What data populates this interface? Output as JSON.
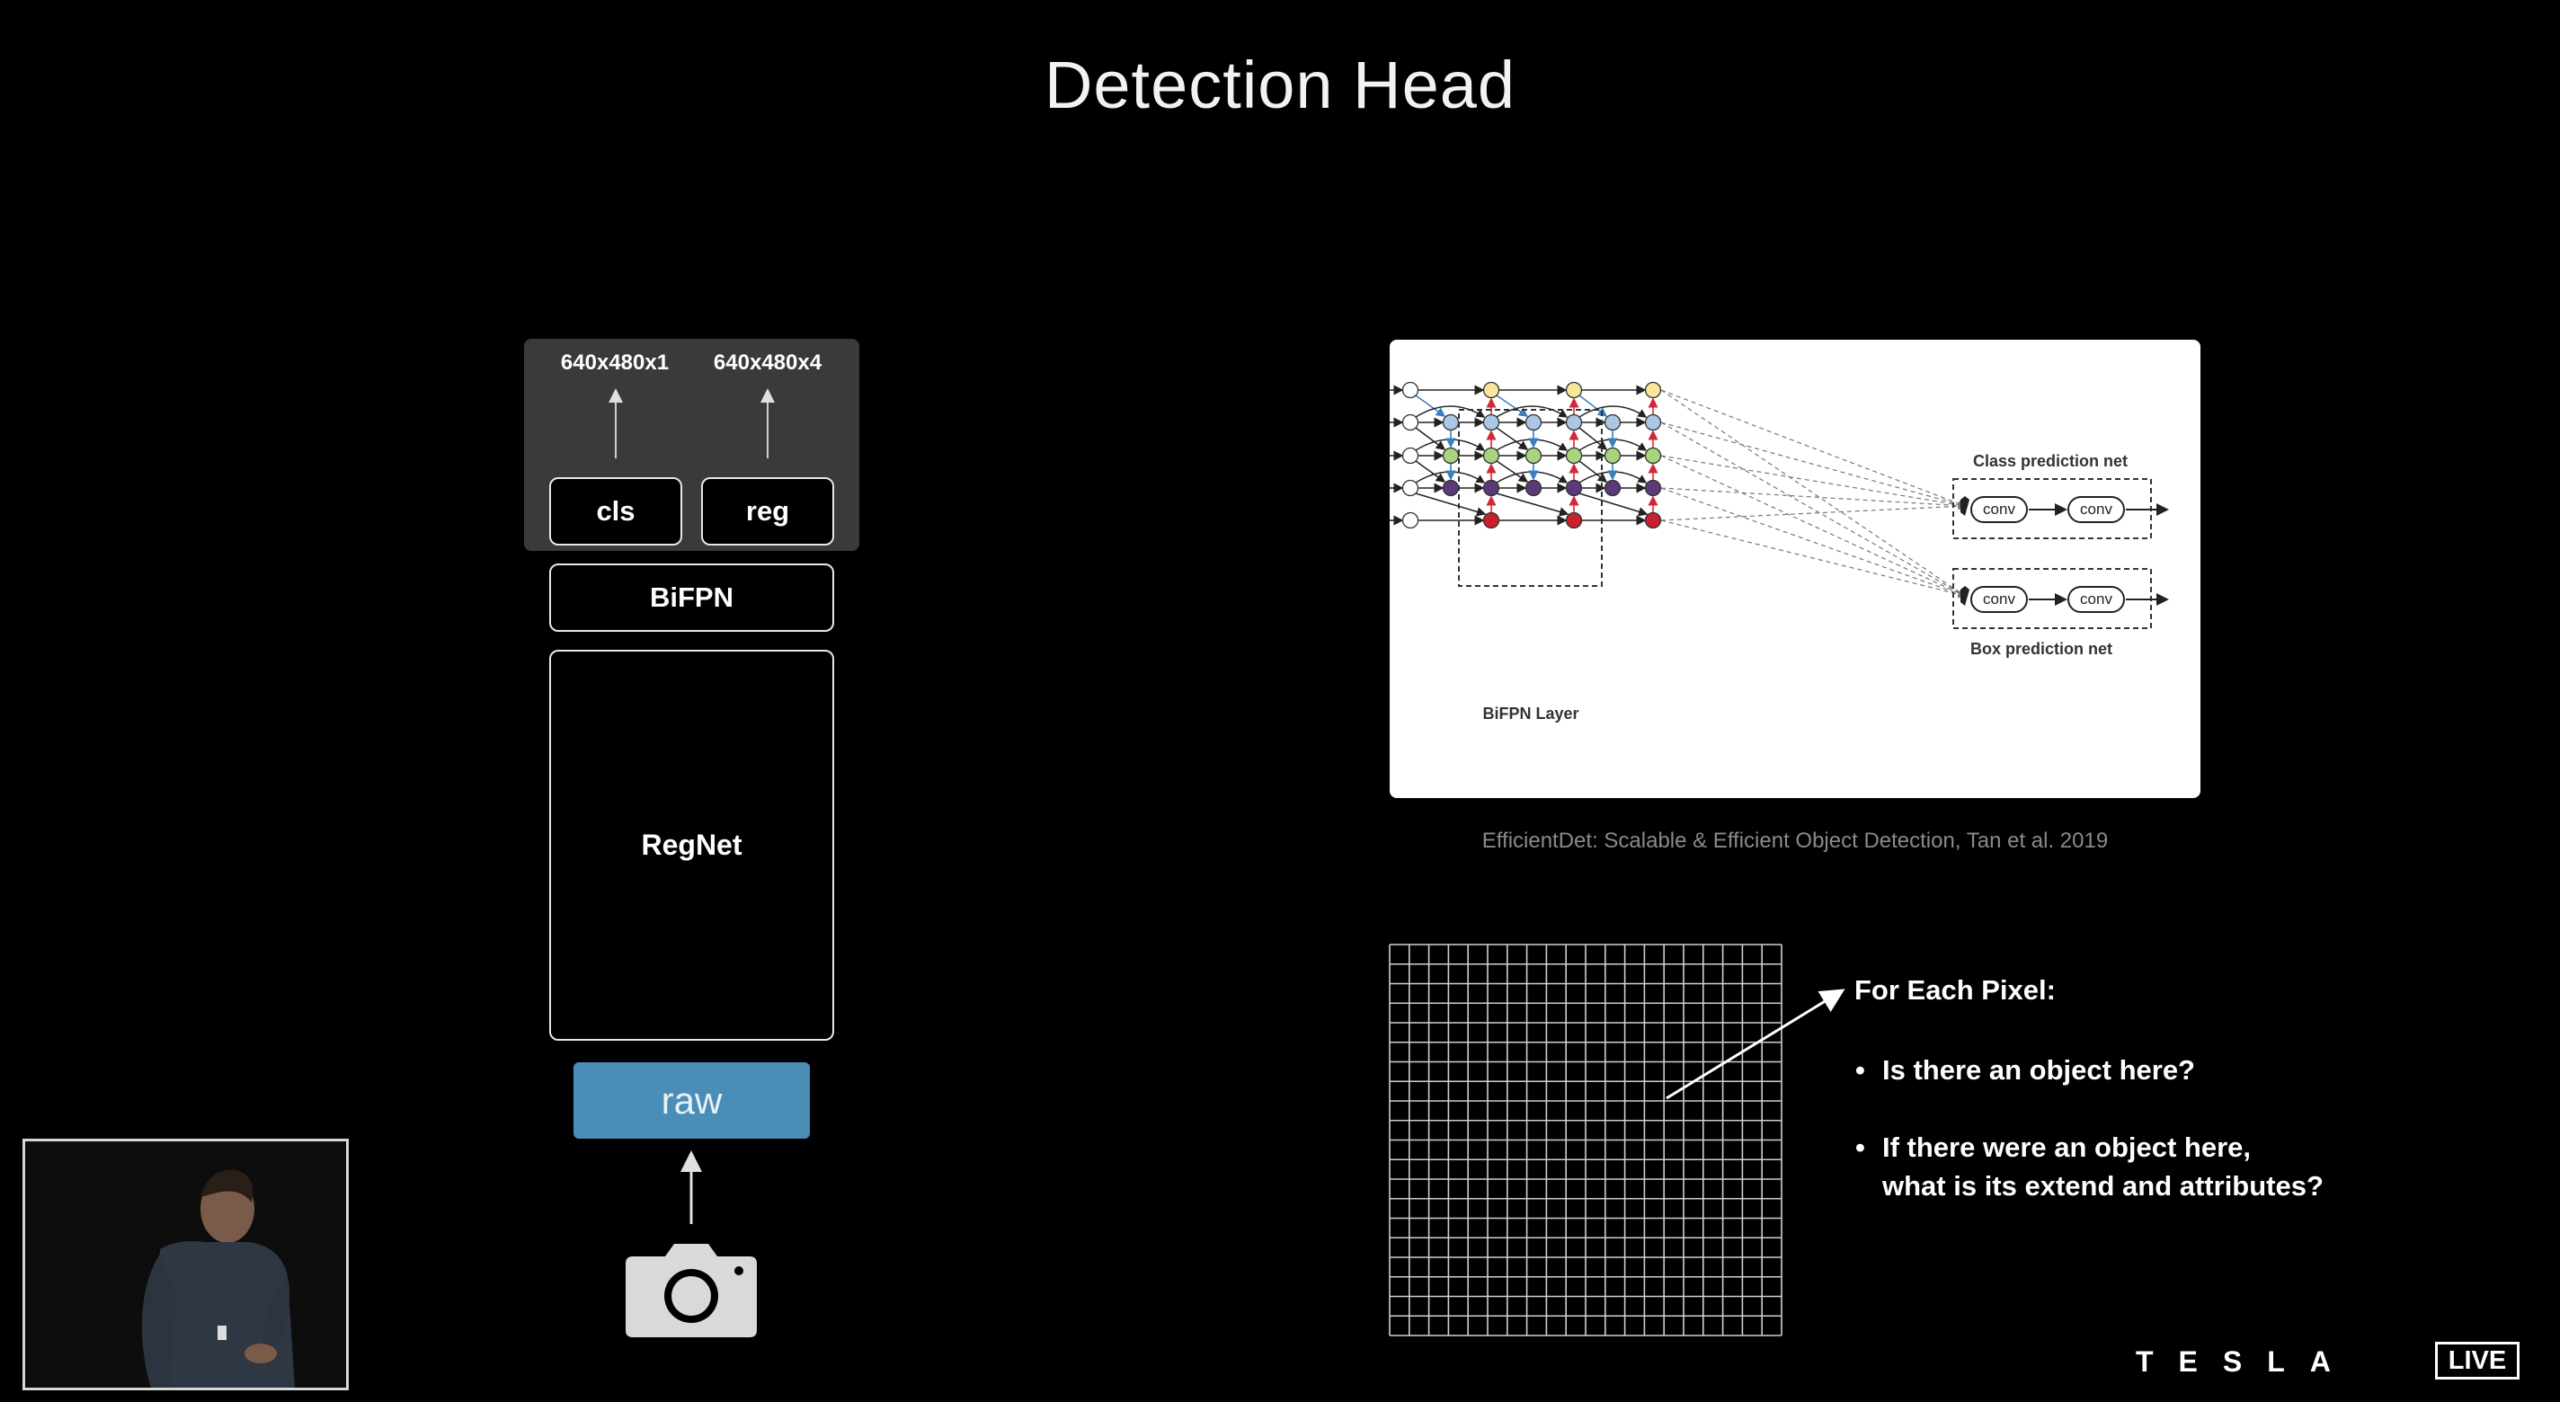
{
  "title": "Detection Head",
  "architecture": {
    "outputs": [
      "640x480x1",
      "640x480x4"
    ],
    "cls_label": "cls",
    "reg_label": "reg",
    "bifpn_label": "BiFPN",
    "backbone_label": "RegNet",
    "input_label": "raw",
    "camera_icon": "camera-icon",
    "colors": {
      "raw_box": "#4a8db7",
      "head_panel": "#3a3a3a"
    }
  },
  "figure": {
    "class_net_label": "Class prediction net",
    "box_net_label": "Box prediction net",
    "bifpn_layer_label": "BiFPN Layer",
    "conv_label": "conv",
    "caption": "EfficientDet: Scalable & Efficient Object Detection, Tan et al. 2019",
    "node_colors": {
      "yellow": "#f7e79c",
      "blue": "#aac8e4",
      "green": "#a8d47e",
      "purple": "#5a3a78",
      "red": "#c9202e"
    }
  },
  "pixel_explanation": {
    "heading": "For Each Pixel:",
    "bullets": [
      {
        "line1": "Is there an object here?",
        "line2": ""
      },
      {
        "line1": "If there were an object here,",
        "line2": "what is its extend and attributes?"
      }
    ]
  },
  "branding": {
    "logo": "TESLA",
    "live_badge": "LIVE"
  }
}
